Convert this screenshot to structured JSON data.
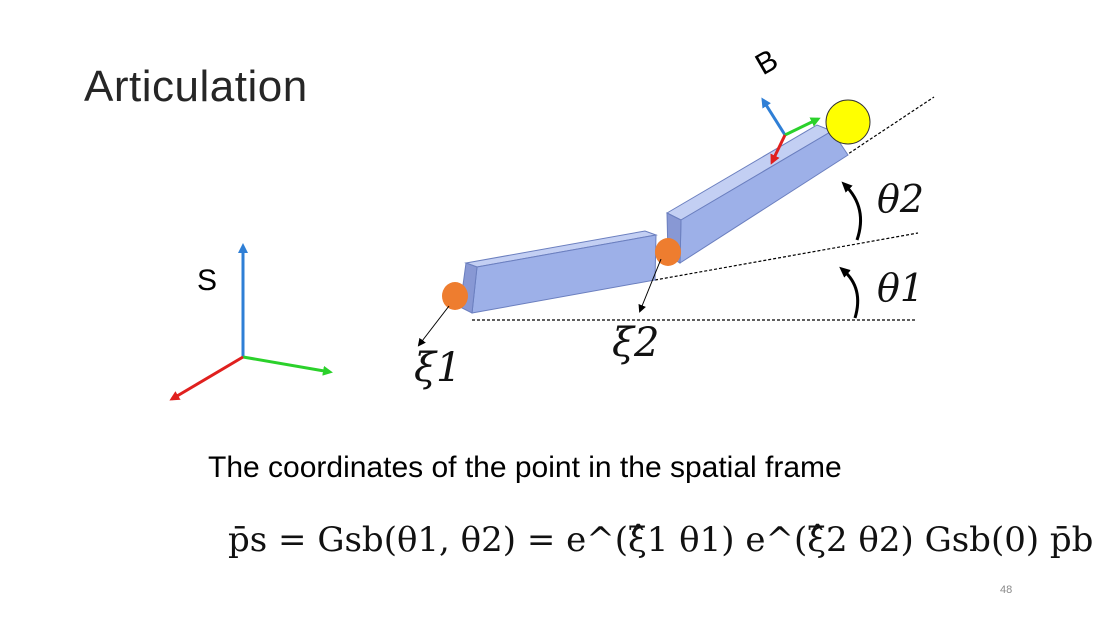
{
  "slide": {
    "title": "Articulation",
    "page_number": "48"
  },
  "diagram": {
    "spatial_frame_label": "S",
    "body_frame_label": "B",
    "joint_angle_1": "θ1",
    "joint_angle_2": "θ2",
    "twist_1": "ξ1",
    "twist_2": "ξ2",
    "colors": {
      "x_axis": "#e0201e",
      "y_axis": "#2bd12b",
      "z_axis": "#2f7fd6",
      "link_fill": "#9db0e8",
      "link_edge": "#6b7fbf",
      "joint": "#ee7d2f",
      "end_point": "#ffff00"
    }
  },
  "caption": "The coordinates of the point in the spatial frame",
  "equation": "p̄s = Gsb(θ1, θ2) = e^(ξ̂1 θ1) e^(ξ̂2 θ2) Gsb(0) p̄b"
}
